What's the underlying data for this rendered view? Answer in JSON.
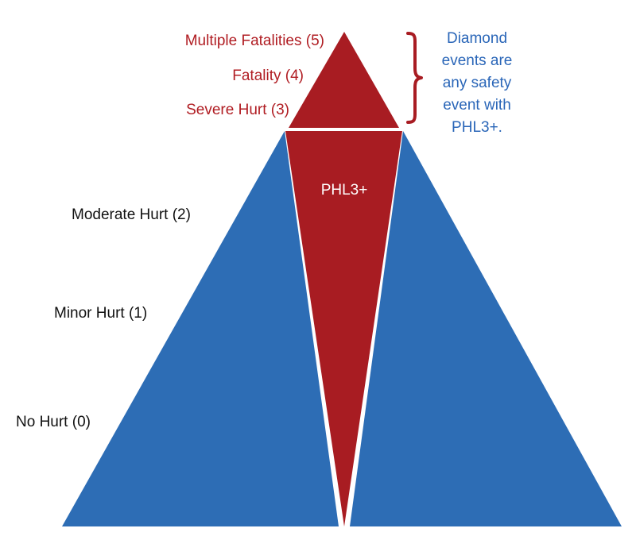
{
  "colors": {
    "blue": "#2d6db5",
    "red": "#a81c22",
    "brace": "#a81c22",
    "note_text": "#2a66b8",
    "divider": "#ffffff"
  },
  "upper_levels": [
    {
      "label": "Multiple Fatalities (5)"
    },
    {
      "label": "Fatality (4)"
    },
    {
      "label": "Severe Hurt (3)"
    }
  ],
  "lower_levels": [
    {
      "label": "Moderate Hurt (2)"
    },
    {
      "label": "Minor Hurt (1)"
    },
    {
      "label": "No Hurt (0)"
    }
  ],
  "wedge_label": "PHL3+",
  "note": {
    "lines": [
      "Diamond",
      "events are",
      "any safety",
      "event with",
      "PHL3+."
    ]
  }
}
